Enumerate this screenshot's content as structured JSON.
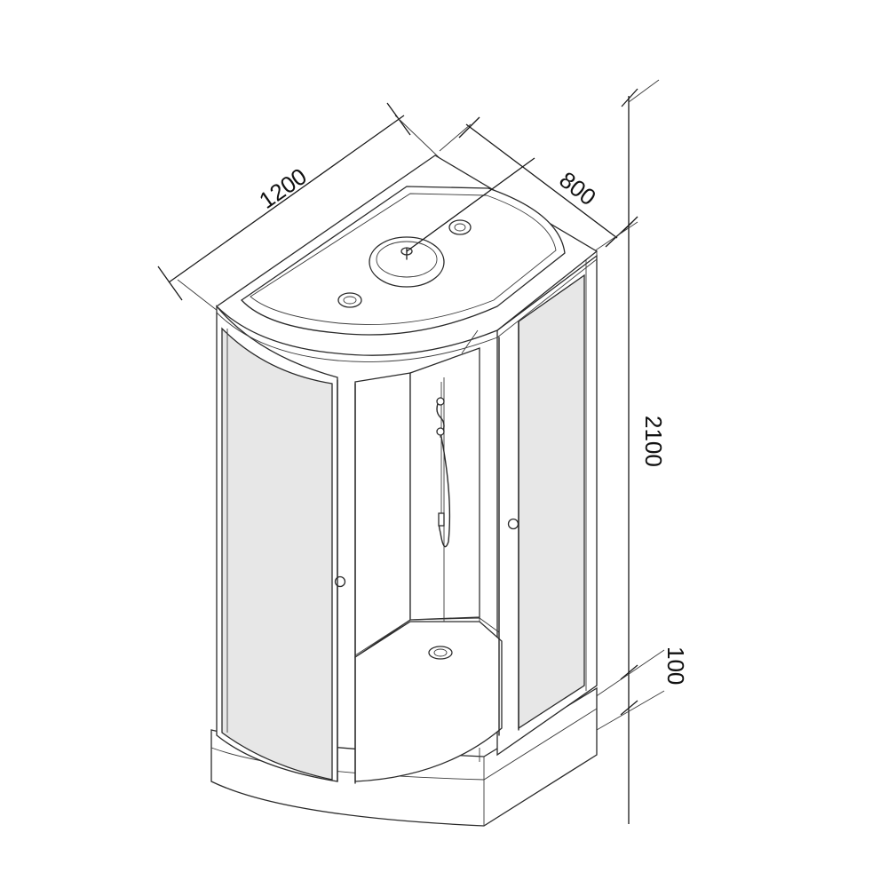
{
  "dimensions": {
    "width": "1200",
    "depth": "800",
    "height": "2100",
    "base": "100"
  },
  "colors": {
    "line": "#2a2a2a",
    "glass": "#e7e7e7",
    "background": "#ffffff"
  }
}
